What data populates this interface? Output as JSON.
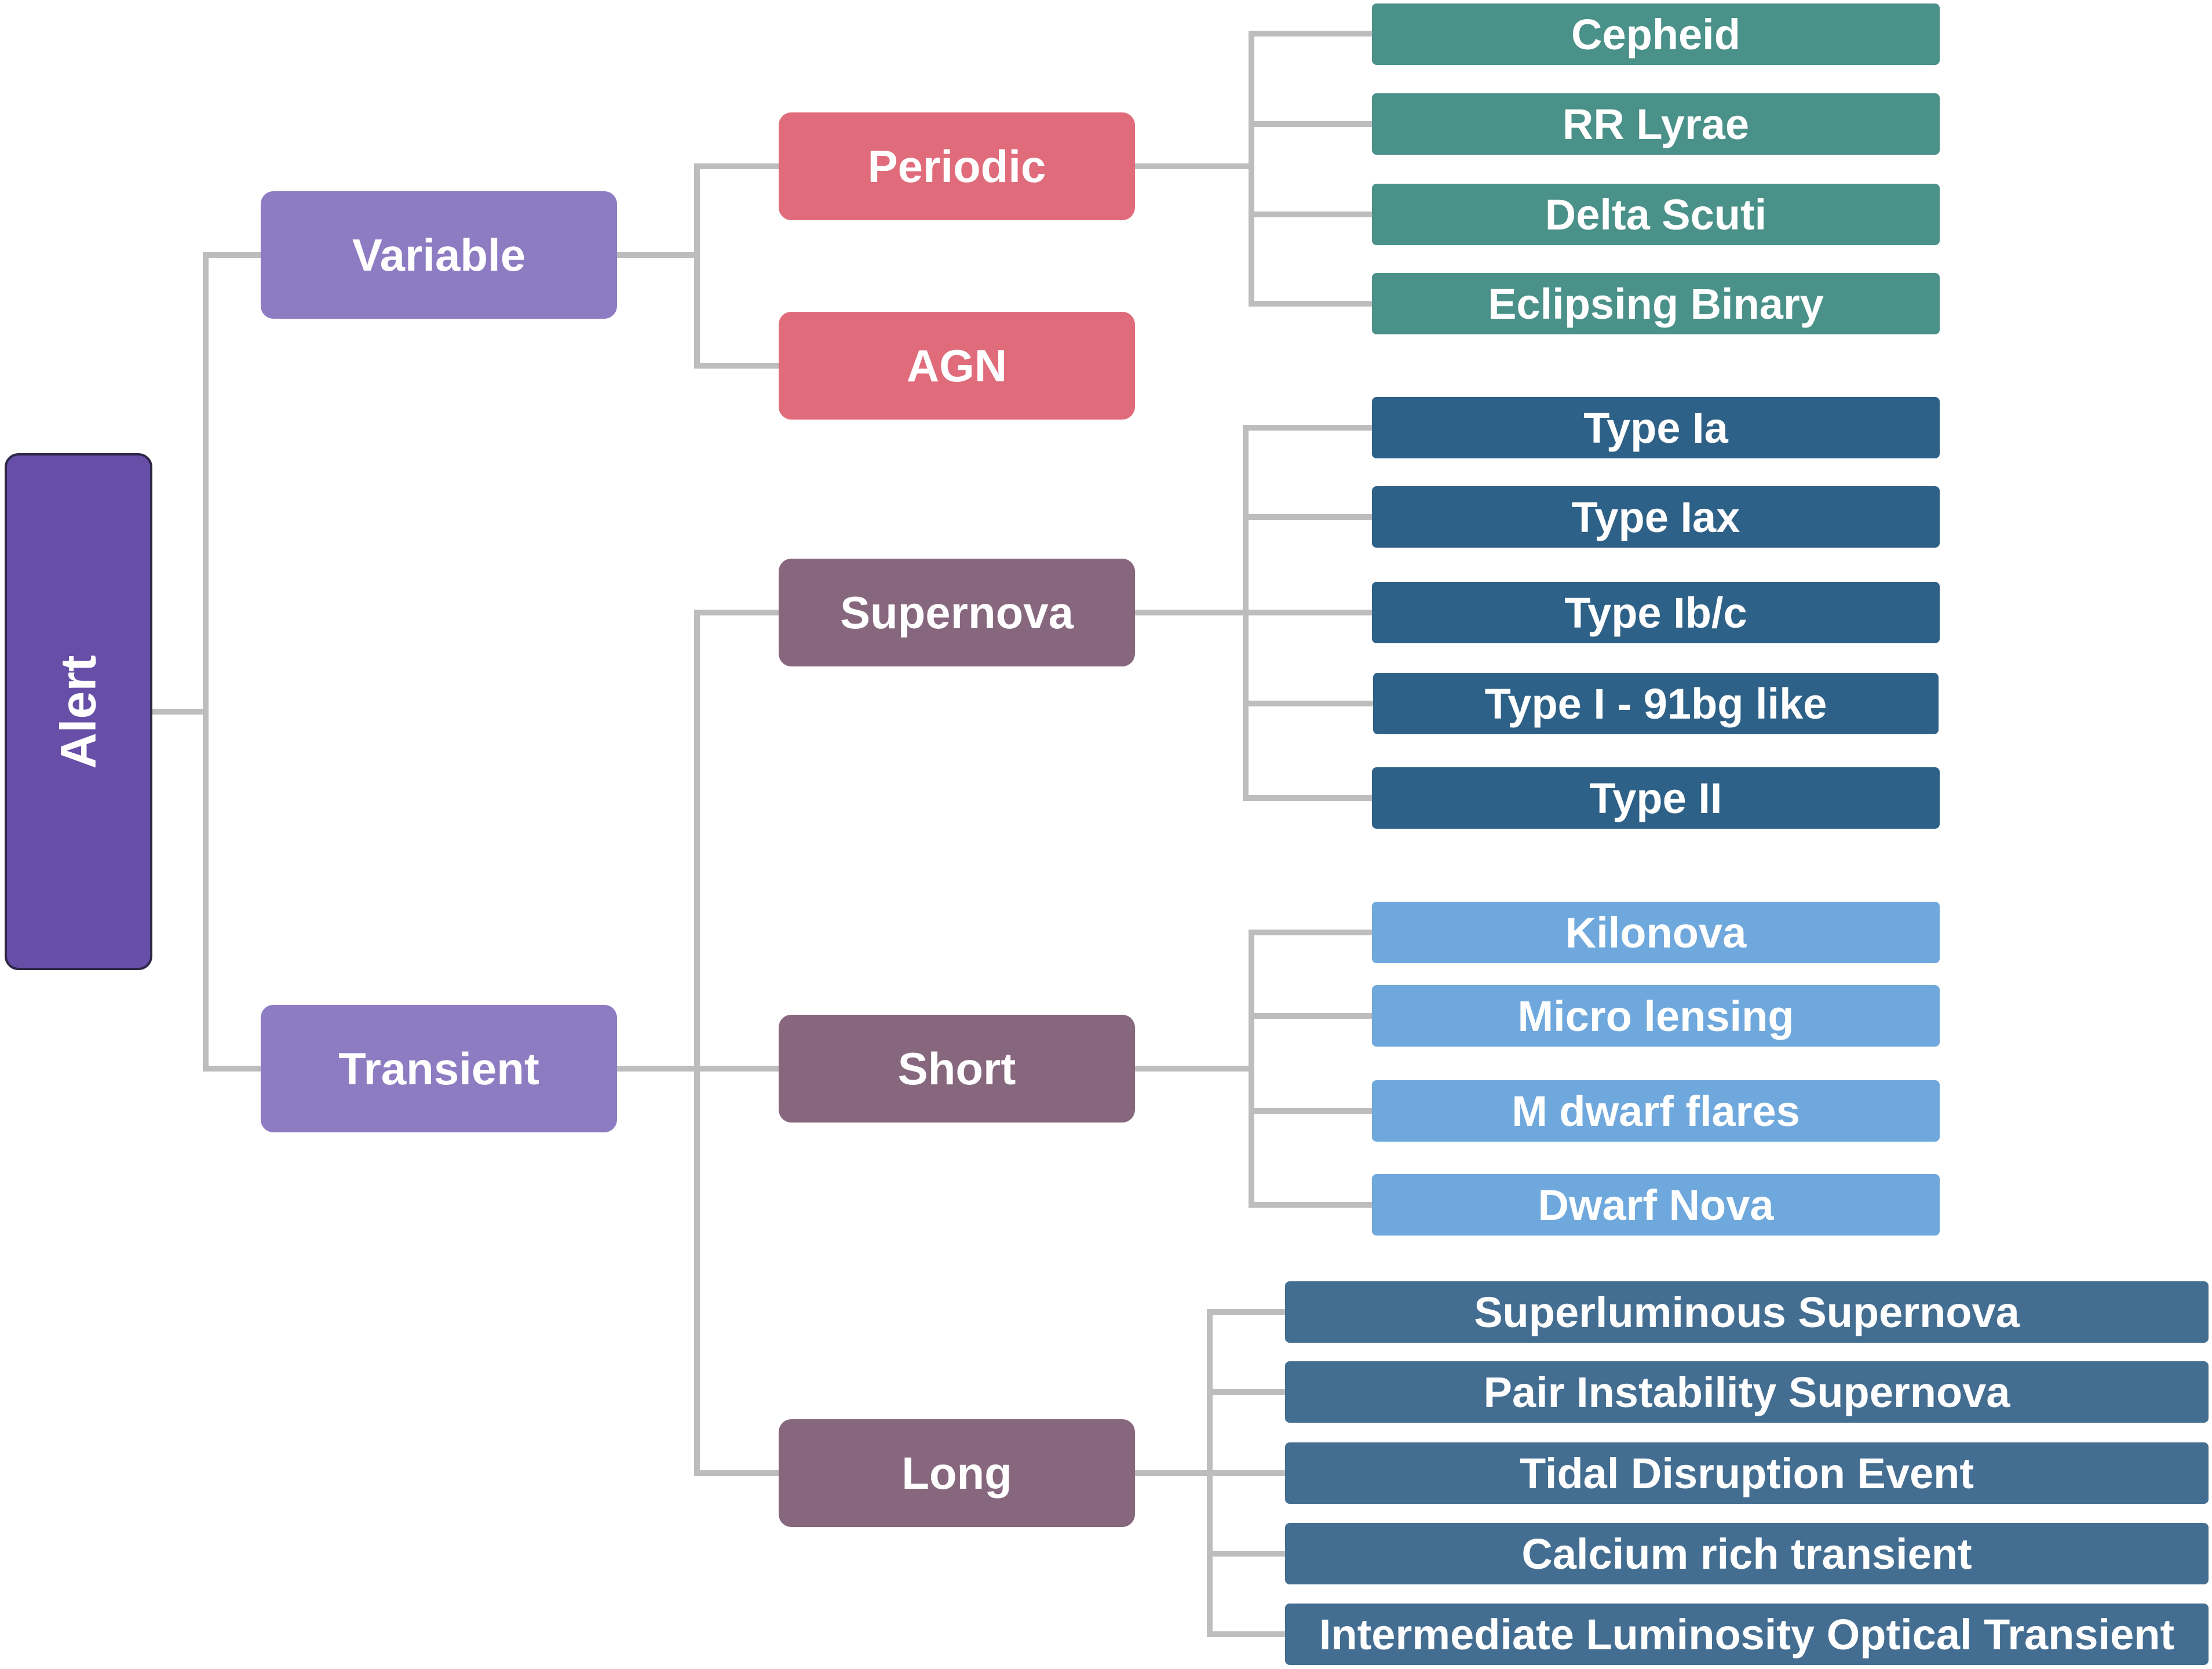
{
  "diagram": {
    "colors": {
      "root": "#674ea7",
      "level1": "#8e7cc3",
      "variable_children": "#e06c7b",
      "transient_children": "#87677e",
      "periodic_leaves": "#4a9189",
      "supernova_leaves": "#2e6187",
      "short_leaves": "#6fa8dc",
      "long_leaves": "#446e91",
      "connector": "#bdbdbd"
    },
    "root": {
      "label": "Alert"
    },
    "variable": {
      "label": "Variable",
      "periodic": {
        "label": "Periodic",
        "leaves": [
          "Cepheid",
          "RR Lyrae",
          "Delta Scuti",
          "Eclipsing Binary"
        ]
      },
      "agn": {
        "label": "AGN"
      }
    },
    "transient": {
      "label": "Transient",
      "supernova": {
        "label": "Supernova",
        "leaves": [
          "Type Ia",
          "Type Iax",
          "Type Ib/c",
          "Type I - 91bg like",
          "Type II"
        ]
      },
      "short": {
        "label": "Short",
        "leaves": [
          "Kilonova",
          "Micro lensing",
          "M dwarf flares",
          "Dwarf Nova"
        ]
      },
      "long": {
        "label": "Long",
        "leaves": [
          "Superluminous Supernova",
          "Pair Instability Supernova",
          "Tidal Disruption Event",
          "Calcium rich transient",
          "Intermediate Luminosity Optical Transient"
        ]
      }
    }
  }
}
